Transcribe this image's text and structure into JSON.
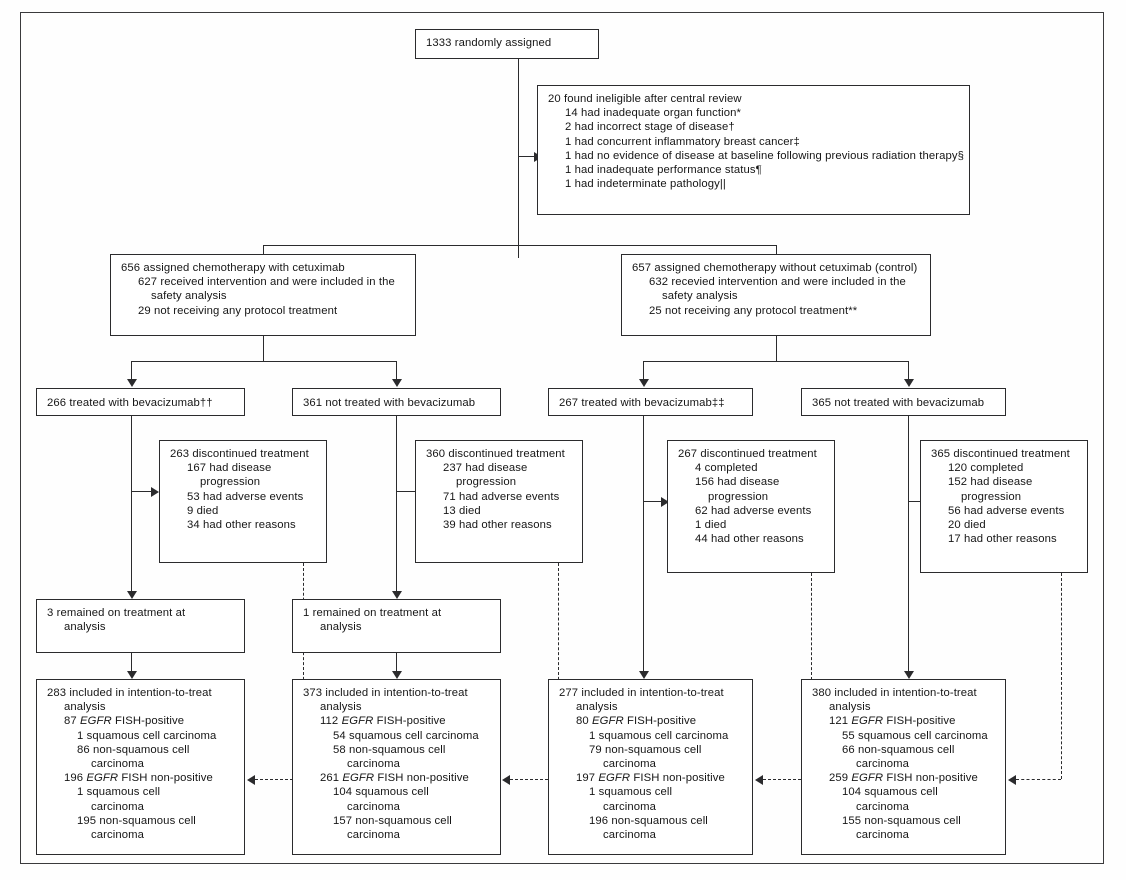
{
  "diagram": {
    "type": "consort-flow-diagram",
    "title": "CONSORT trial profile",
    "line_color": "#2b2b2d",
    "background": "#fefefe"
  },
  "nodes": {
    "randomised": {
      "lines": [
        {
          "text": "1333 randomly assigned",
          "indent": 0
        }
      ]
    },
    "ineligible": {
      "lines": [
        {
          "text": "20 found ineligible after central review",
          "indent": 0
        },
        {
          "text": "14 had inadequate organ function*",
          "indent": 1
        },
        {
          "text": "2 had incorrect stage of disease†",
          "indent": 1
        },
        {
          "text": "1 had concurrent inflammatory breast cancer‡",
          "indent": 1
        },
        {
          "text": "1 had no evidence of disease at baseline following previous radiation therapy§",
          "indent": 1
        },
        {
          "text": "1 had inadequate performance status¶",
          "indent": 1
        },
        {
          "text": "1 had indeterminate pathology||",
          "indent": 1
        }
      ]
    },
    "assigned_cetuximab": {
      "lines": [
        {
          "text": "656 assigned chemotherapy with cetuximab",
          "indent": 0
        },
        {
          "text": "627 received intervention and were included in the",
          "indent": 1
        },
        {
          "text": "safety analysis",
          "indent": 2
        },
        {
          "text": "29 not receiving any protocol treatment",
          "indent": 1
        }
      ]
    },
    "assigned_control": {
      "lines": [
        {
          "text": "657 assigned chemotherapy without cetuximab (control)",
          "indent": 0
        },
        {
          "text": "632 recevied intervention and were included in the",
          "indent": 1
        },
        {
          "text": "safety analysis",
          "indent": 2
        },
        {
          "text": "25 not receiving any protocol treatment**",
          "indent": 1
        }
      ]
    },
    "bev_a": {
      "lines": [
        {
          "text": "266 treated with bevacizumab††",
          "indent": 0
        }
      ]
    },
    "bev_b": {
      "lines": [
        {
          "text": "361 not treated with bevacizumab",
          "indent": 0
        }
      ]
    },
    "bev_c": {
      "lines": [
        {
          "text": "267 treated with bevacizumab‡‡",
          "indent": 0
        }
      ]
    },
    "bev_d": {
      "lines": [
        {
          "text": "365 not treated with bevacizumab",
          "indent": 0
        }
      ]
    },
    "disc_a": {
      "lines": [
        {
          "text": "263 discontinued treatment",
          "indent": 0
        },
        {
          "text": "167 had disease",
          "indent": 1
        },
        {
          "text": "progression",
          "indent": 2
        },
        {
          "text": "53 had adverse events",
          "indent": 1
        },
        {
          "text": "9 died",
          "indent": 1
        },
        {
          "text": "34 had other reasons",
          "indent": 1
        }
      ]
    },
    "disc_b": {
      "lines": [
        {
          "text": "360 discontinued treatment",
          "indent": 0
        },
        {
          "text": "237 had disease",
          "indent": 1
        },
        {
          "text": "progression",
          "indent": 2
        },
        {
          "text": "71 had adverse events",
          "indent": 1
        },
        {
          "text": "13 died",
          "indent": 1
        },
        {
          "text": "39 had other reasons",
          "indent": 1
        }
      ]
    },
    "disc_c": {
      "lines": [
        {
          "text": "267 discontinued treatment",
          "indent": 0
        },
        {
          "text": "4 completed",
          "indent": 1
        },
        {
          "text": "156 had disease",
          "indent": 1
        },
        {
          "text": "progression",
          "indent": 2
        },
        {
          "text": "62 had adverse events",
          "indent": 1
        },
        {
          "text": "1 died",
          "indent": 1
        },
        {
          "text": "44 had other reasons",
          "indent": 1
        }
      ]
    },
    "disc_d": {
      "lines": [
        {
          "text": "365 discontinued treatment",
          "indent": 0
        },
        {
          "text": "120 completed",
          "indent": 1
        },
        {
          "text": "152 had disease",
          "indent": 1
        },
        {
          "text": "progression",
          "indent": 2
        },
        {
          "text": "56 had adverse events",
          "indent": 1
        },
        {
          "text": "20 died",
          "indent": 1
        },
        {
          "text": "17 had other reasons",
          "indent": 1
        }
      ]
    },
    "remain_a": {
      "lines": [
        {
          "text": "3 remained on treatment at",
          "indent": 0
        },
        {
          "text": "analysis",
          "indent": 1
        }
      ]
    },
    "remain_b": {
      "lines": [
        {
          "text": "1 remained on treatment at",
          "indent": 0
        },
        {
          "text": "analysis",
          "indent": 1
        }
      ]
    },
    "itt_a": {
      "lines": [
        {
          "text": "283 included in intention-to-treat",
          "indent": 0
        },
        {
          "text": "analysis",
          "indent": 1
        },
        {
          "text": "87 <em>EGFR</em> FISH-positive",
          "indent": 1,
          "html": true
        },
        {
          "text": "1 squamous cell carcinoma",
          "indent": 2
        },
        {
          "text": "86 non-squamous cell",
          "indent": 2
        },
        {
          "text": "carcinoma",
          "indent": 3
        },
        {
          "text": "196 <em>EGFR</em> FISH non-positive",
          "indent": 1,
          "html": true
        },
        {
          "text": "1 squamous cell",
          "indent": 2
        },
        {
          "text": "carcinoma",
          "indent": 3
        },
        {
          "text": "195 non-squamous cell",
          "indent": 2
        },
        {
          "text": "carcinoma",
          "indent": 3
        }
      ]
    },
    "itt_b": {
      "lines": [
        {
          "text": "373 included in intention-to-treat",
          "indent": 0
        },
        {
          "text": "analysis",
          "indent": 1
        },
        {
          "text": "112 <em>EGFR</em> FISH-positive",
          "indent": 1,
          "html": true
        },
        {
          "text": "54 squamous cell carcinoma",
          "indent": 2
        },
        {
          "text": "58 non-squamous cell",
          "indent": 2
        },
        {
          "text": "carcinoma",
          "indent": 3
        },
        {
          "text": "261 <em>EGFR</em> FISH non-positive",
          "indent": 1,
          "html": true
        },
        {
          "text": "104 squamous cell",
          "indent": 2
        },
        {
          "text": "carcinoma",
          "indent": 3
        },
        {
          "text": "157 non-squamous cell",
          "indent": 2
        },
        {
          "text": "carcinoma",
          "indent": 3
        }
      ]
    },
    "itt_c": {
      "lines": [
        {
          "text": "277 included in intention-to-treat",
          "indent": 0
        },
        {
          "text": "analysis",
          "indent": 1
        },
        {
          "text": "80 <em>EGFR</em> FISH-positive",
          "indent": 1,
          "html": true
        },
        {
          "text": "1 squamous cell carcinoma",
          "indent": 2
        },
        {
          "text": "79 non-squamous cell",
          "indent": 2
        },
        {
          "text": "carcinoma",
          "indent": 3
        },
        {
          "text": "197 <em>EGFR</em> FISH non-positive",
          "indent": 1,
          "html": true
        },
        {
          "text": "1 squamous cell",
          "indent": 2
        },
        {
          "text": "carcinoma",
          "indent": 3
        },
        {
          "text": "196 non-squamous cell",
          "indent": 2
        },
        {
          "text": "carcinoma",
          "indent": 3
        }
      ]
    },
    "itt_d": {
      "lines": [
        {
          "text": "380 included in intention-to-treat",
          "indent": 0
        },
        {
          "text": "analysis",
          "indent": 1
        },
        {
          "text": "121 <em>EGFR</em> FISH-positive",
          "indent": 1,
          "html": true
        },
        {
          "text": "55 squamous cell carcinoma",
          "indent": 2
        },
        {
          "text": "66 non-squamous cell",
          "indent": 2
        },
        {
          "text": "carcinoma",
          "indent": 3
        },
        {
          "text": "259 <em>EGFR</em> FISH non-positive",
          "indent": 1,
          "html": true
        },
        {
          "text": "104 squamous cell",
          "indent": 2
        },
        {
          "text": "carcinoma",
          "indent": 3
        },
        {
          "text": "155 non-squamous cell",
          "indent": 2
        },
        {
          "text": "carcinoma",
          "indent": 3
        }
      ]
    }
  }
}
